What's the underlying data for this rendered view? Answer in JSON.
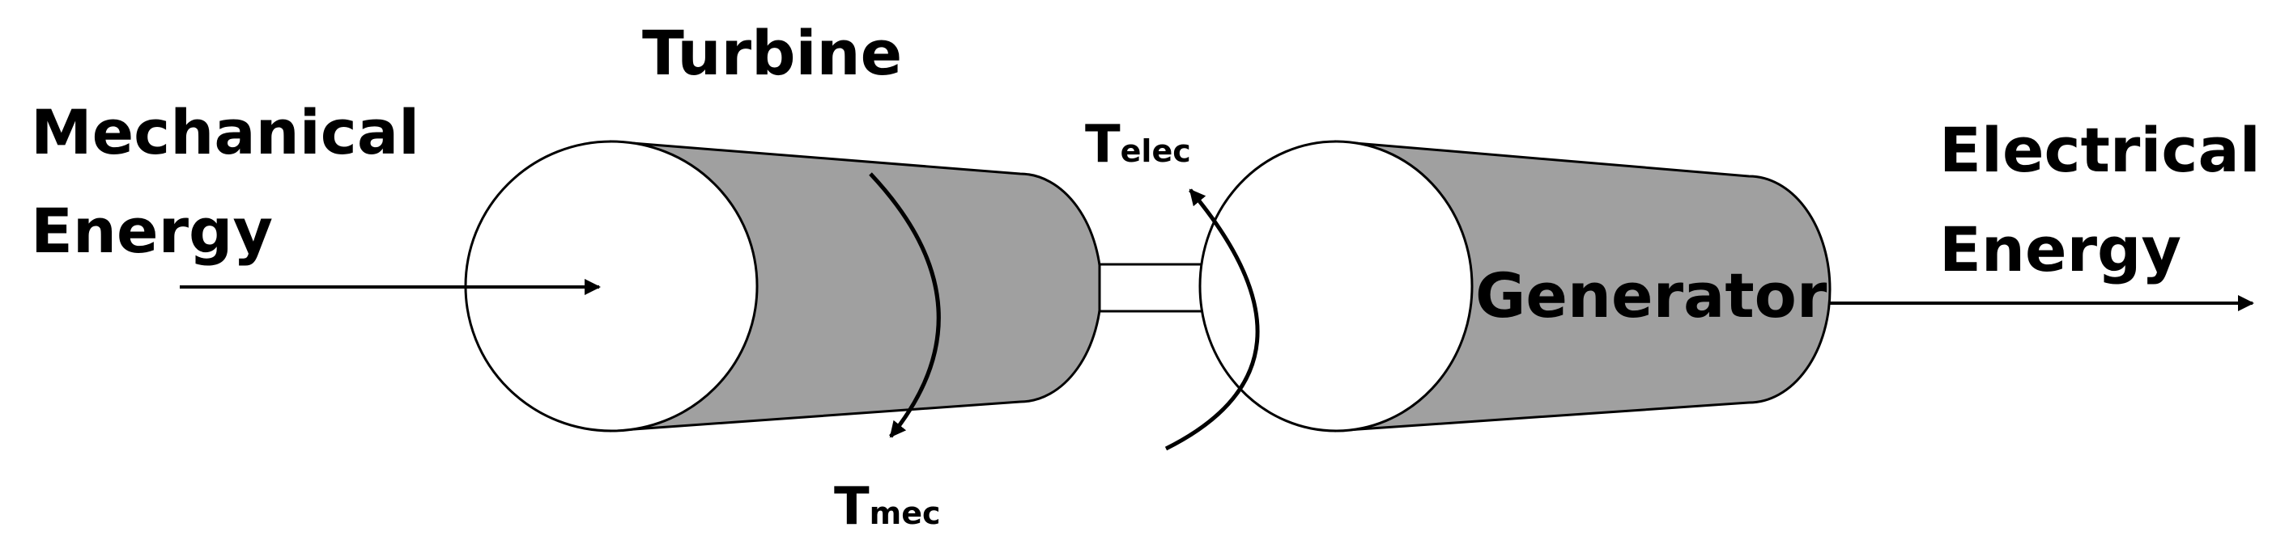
{
  "labels": {
    "input_line1": "Mechanical",
    "input_line2": "Energy",
    "turbine": "Turbine",
    "output_line1": "Electrical",
    "output_line2": "Energy",
    "generator": "Generator"
  },
  "torques": {
    "mechanical": {
      "symbol": "T",
      "subscript": "mec"
    },
    "electrical": {
      "symbol": "T",
      "subscript": "elec"
    }
  },
  "colors": {
    "cylinder_body": "#a0a0a0",
    "cylinder_end": "#ffffff",
    "stroke": "#000000"
  }
}
